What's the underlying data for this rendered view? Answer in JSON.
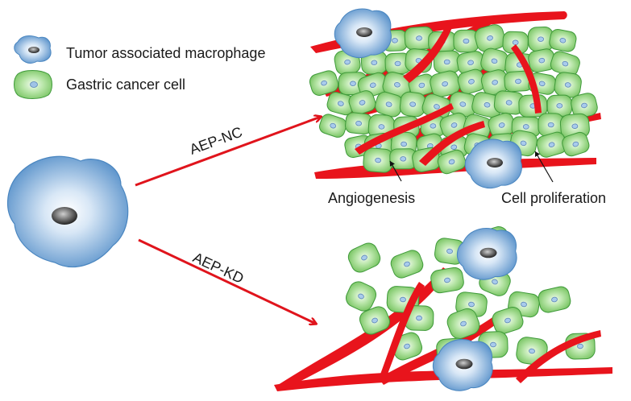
{
  "legend": {
    "macrophage_label": "Tumor associated macrophage",
    "cancer_cell_label": "Gastric cancer cell"
  },
  "arrows": {
    "upper_label": "AEP-NC",
    "lower_label": "AEP-KD"
  },
  "annotations": {
    "angiogenesis": "Angiogenesis",
    "proliferation": "Cell proliferation"
  },
  "colors": {
    "vessel": "#e8141c",
    "arrow": "#e0141c",
    "cell_fill": "#8fd27a",
    "cell_border": "#3f9a3a",
    "nucleus": "#9fc3e6",
    "macrophage": "#6a9fd0",
    "macrophage_nucleus": "#333333"
  }
}
